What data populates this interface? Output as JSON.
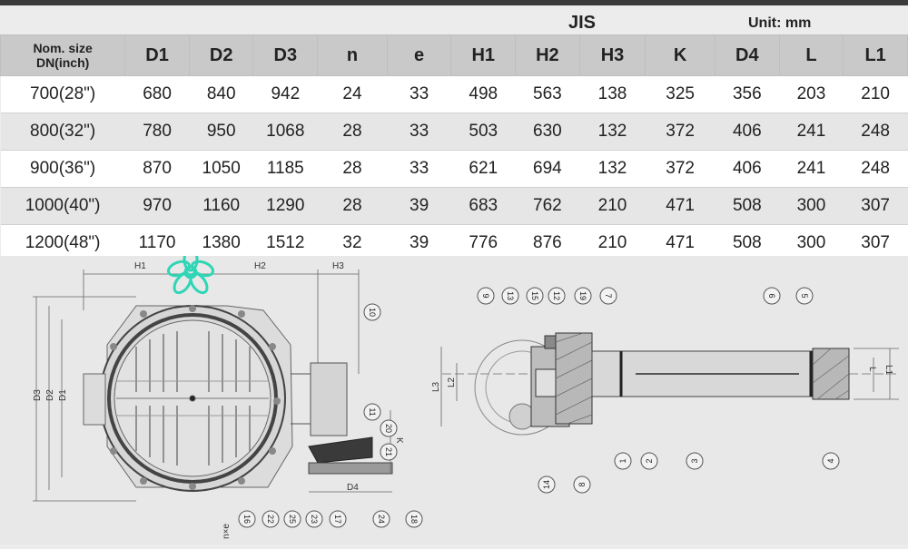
{
  "header": {
    "standard": "JIS",
    "unit": "Unit: mm"
  },
  "table": {
    "columns": [
      "Nom. size DN(inch)",
      "D1",
      "D2",
      "D3",
      "n",
      "e",
      "H1",
      "H2",
      "H3",
      "K",
      "D4",
      "L",
      "L1"
    ],
    "nom_line1": "Nom. size",
    "nom_line2": "DN(inch)",
    "rows": [
      [
        "700(28\")",
        "680",
        "840",
        "942",
        "24",
        "33",
        "498",
        "563",
        "138",
        "325",
        "356",
        "203",
        "210"
      ],
      [
        "800(32\")",
        "780",
        "950",
        "1068",
        "28",
        "33",
        "503",
        "630",
        "132",
        "372",
        "406",
        "241",
        "248"
      ],
      [
        "900(36\")",
        "870",
        "1050",
        "1185",
        "28",
        "33",
        "621",
        "694",
        "132",
        "372",
        "406",
        "241",
        "248"
      ],
      [
        "1000(40\")",
        "970",
        "1160",
        "1290",
        "28",
        "39",
        "683",
        "762",
        "210",
        "471",
        "508",
        "300",
        "307"
      ],
      [
        "1200(48\")",
        "1170",
        "1380",
        "1512",
        "32",
        "39",
        "776",
        "876",
        "210",
        "471",
        "508",
        "300",
        "307"
      ]
    ]
  },
  "drawing_left": {
    "labels": {
      "h1": "H1",
      "h2": "H2",
      "h3": "H3",
      "d1": "D1",
      "d2": "D2",
      "d3": "D3",
      "d4": "D4",
      "k": "K",
      "nxe": "n×e"
    },
    "callouts": [
      "10",
      "11",
      "20",
      "21",
      "16",
      "22",
      "25",
      "23",
      "17",
      "24",
      "18"
    ]
  },
  "drawing_right": {
    "labels": {
      "l": "L",
      "l1": "L1",
      "l2": "L2",
      "l3": "L3"
    },
    "callouts_top": [
      "9",
      "13",
      "15",
      "12",
      "19",
      "7",
      "6",
      "5"
    ],
    "callouts_bottom": [
      "14",
      "8",
      "1",
      "2",
      "3",
      "4"
    ]
  },
  "colors": {
    "header_bg": "#c9c9c9",
    "row_even": "#e6e6e6",
    "line": "#555555",
    "teal_icon": "#2fd6b5"
  }
}
